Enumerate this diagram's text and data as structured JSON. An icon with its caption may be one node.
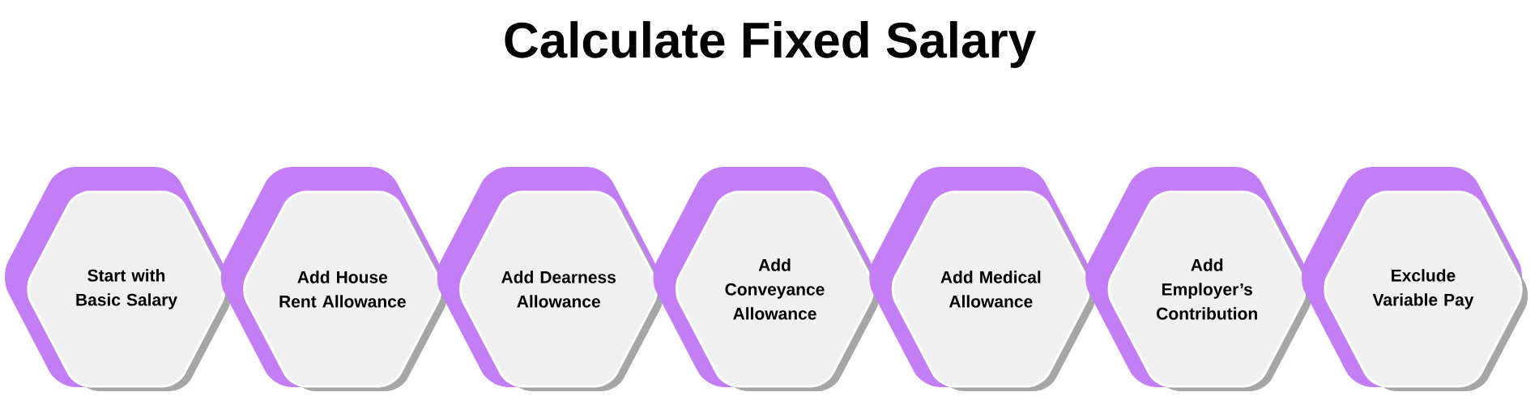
{
  "diagram": {
    "title": "Calculate Fixed Salary",
    "nodes": [
      {
        "text": [
          "Start with Basic Salary"
        ]
      },
      {
        "text": [
          "Add House Rent Allowance"
        ]
      },
      {
        "text": [
          "Add Dearness Allowance"
        ]
      },
      {
        "text": [
          "Add Conveyance Allowance"
        ]
      },
      {
        "text": [
          "Add Medical Allowance"
        ]
      },
      {
        "text": [
          "Add Employer’s Contribution"
        ]
      },
      {
        "text": [
          "Exclude Variable Pay"
        ]
      }
    ]
  }
}
